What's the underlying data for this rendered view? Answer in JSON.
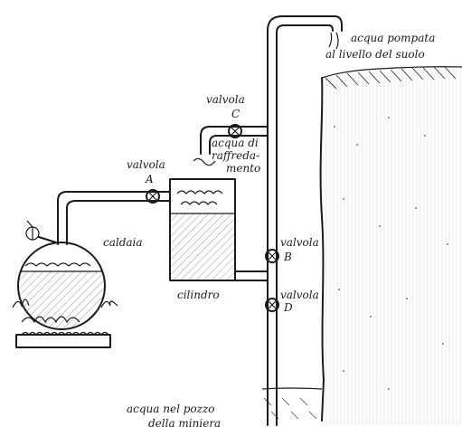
{
  "labels": {
    "valve_c": "valvola",
    "valve_c_letter": "C",
    "cooling_water": "acqua di",
    "cooling_water_2": "raffreda-",
    "cooling_water_3": "mento",
    "valve_a": "valvola",
    "valve_a_letter": "A",
    "boiler": "caldaia",
    "cylinder": "cilindro",
    "valve_b": "valvola",
    "valve_b_letter": "B",
    "valve_d": "valvola",
    "valve_d_letter": "D",
    "pumped_water_1": "acqua pompata",
    "pumped_water_2": "al livello del suolo",
    "mine_water_1": "acqua nel pozzo",
    "mine_water_2": "della miniera"
  },
  "colors": {
    "ink": "#1a1a1a",
    "paper": "#ffffff"
  }
}
